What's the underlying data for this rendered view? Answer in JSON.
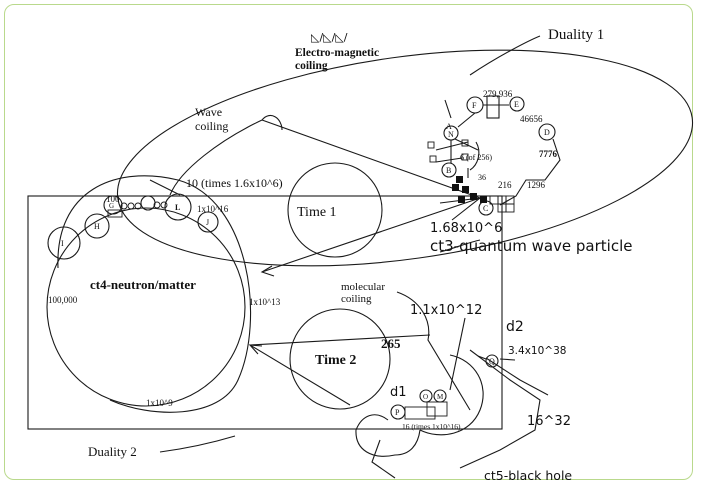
{
  "labels": {
    "duality1": "Duality 1",
    "duality2": "Duality 2",
    "em_icons": "◺/◺/◺/",
    "em_coiling_1": "Electro-magnetic",
    "em_coiling_2": "coiling",
    "wave_coiling_1": "Wave",
    "wave_coiling_2": "coiling",
    "times_label": "10 (times 1.6x10^6)",
    "n100": "100",
    "n1x10_16": "1x10^16",
    "time1": "Time 1",
    "time2": "Time 2",
    "ct3": "ct3-quantum wave particle",
    "ct4": "ct4-neutron/matter",
    "ct5": "ct5-black hole",
    "n1_68": "1.68x10^6",
    "n100000": "100,000",
    "n1x10_13": "1x10^13",
    "n1x10_9": "1x10^9",
    "molecular_1": "molecular",
    "molecular_2": "coiling",
    "n1_1": "1.1x10^12",
    "d1": "d1",
    "d2": "d2",
    "n3_4": "3.4x10^38",
    "n265": "265",
    "n16_32": "16^32",
    "n16_times": "16 (times 1x10^16)",
    "n279936": "279,936",
    "n46656": "46656",
    "n7776": "7776",
    "n1296": "1296",
    "n216": "216",
    "n36": "36",
    "n6of256": "6 (of 256)"
  },
  "letters": {
    "A": "A",
    "N": "N",
    "F": "F",
    "E": "E",
    "D": "D",
    "B": "B",
    "C": "C",
    "H": "H",
    "L": "L",
    "I": "I",
    "J": "J",
    "G": "G",
    "O": "O",
    "P": "P",
    "Q": "Q",
    "M": "M"
  }
}
